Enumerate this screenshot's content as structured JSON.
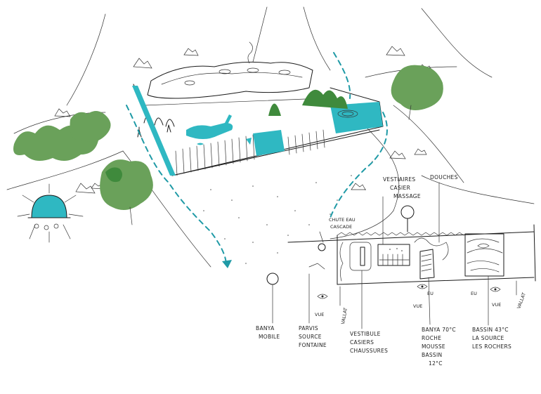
{
  "labels": {
    "banya_mobile": [
      "BANYA",
      "MOBILE"
    ],
    "parvis": [
      "PARVIS",
      "SOURCE",
      "FONTAINE"
    ],
    "vestibule": [
      "VESTIBULE",
      "CASIERS",
      "CHAUSSURES"
    ],
    "banya_70": [
      "BANYA 70°C",
      "ROCHE",
      "MOUSSE",
      "BASSIN",
      "12°C"
    ],
    "bassin_43": [
      "BASSIN 43°C",
      "LA SOURCE",
      "LES ROCHERS"
    ],
    "vestiaires": [
      "VESTIAIRES",
      "CASIER",
      "MASSAGE"
    ],
    "douches": "DOUCHES",
    "chute": [
      "CHUTE EAU",
      "CASCADE"
    ],
    "vue1": "VUE",
    "vue2": "VUE",
    "vue3": "VUE",
    "eu1": "EU",
    "eu2": "EU",
    "vallat1": "VALLAT",
    "vallat2": "VALLAT"
  },
  "colors": {
    "water": "#2fb8c2",
    "tree_light": "#6aa15a",
    "tree_dark": "#3f8a3c",
    "ink": "#1a1a1a"
  }
}
